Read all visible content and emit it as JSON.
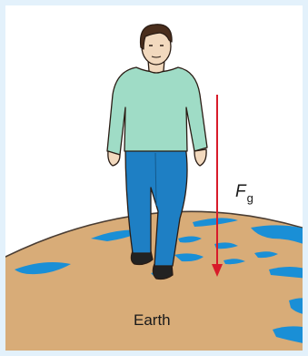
{
  "diagram": {
    "earth_label": "Earth",
    "force": {
      "symbol": "F",
      "subscript": "g"
    }
  },
  "colors": {
    "background": "#e3f1fb",
    "earth_land": "#d8ac78",
    "ocean": "#1a8fd6",
    "shirt": "#9fdcc6",
    "jeans": "#1e7fc4",
    "hair": "#4a2e1d",
    "skin": "#f2d9be",
    "shoes": "#222222",
    "arrow": "#d81b2a"
  },
  "icons": [
    "man-walking-figure",
    "earth-globe",
    "gravity-force-arrow"
  ]
}
